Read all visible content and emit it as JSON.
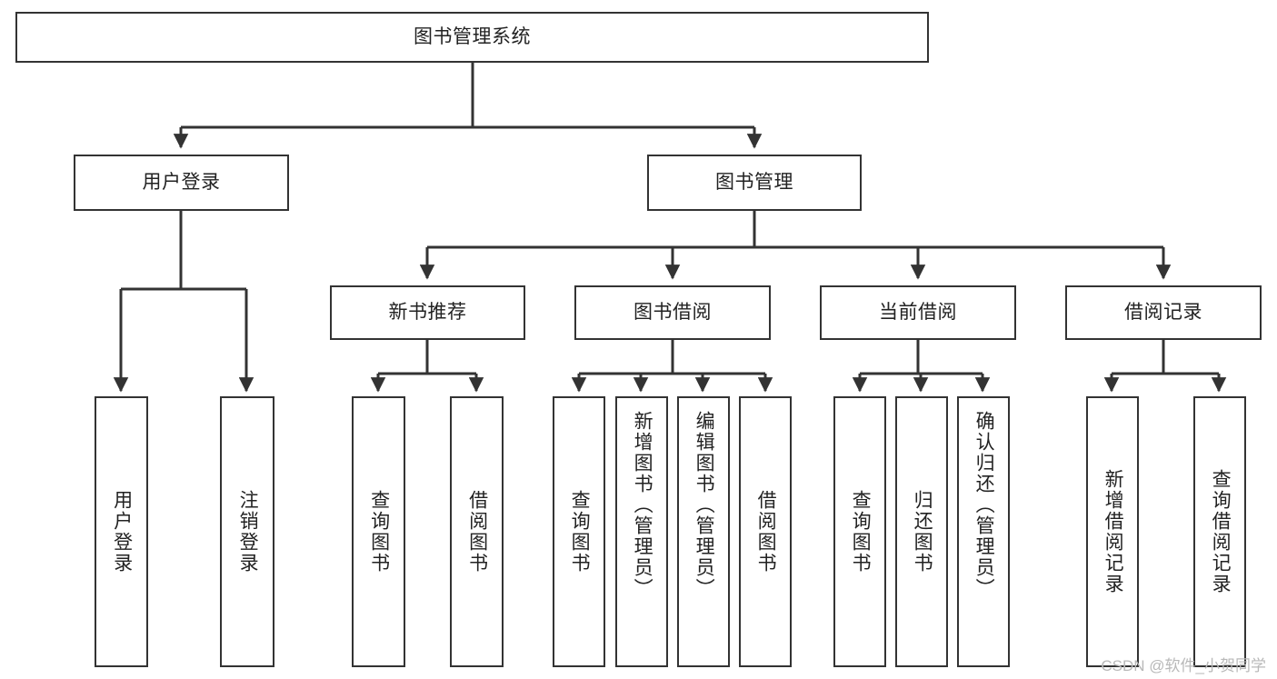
{
  "diagram": {
    "title": "图书管理系统",
    "type": "tree-hierarchy-chart",
    "root": {
      "id": "root",
      "label": "图书管理系统"
    },
    "level2": [
      {
        "id": "user-login",
        "label": "用户登录"
      },
      {
        "id": "book-manage",
        "label": "图书管理"
      }
    ],
    "level3": [
      {
        "id": "new-book-recommend",
        "label": "新书推荐"
      },
      {
        "id": "book-borrow",
        "label": "图书借阅"
      },
      {
        "id": "current-borrow",
        "label": "当前借阅"
      },
      {
        "id": "borrow-record",
        "label": "借阅记录"
      }
    ],
    "leaves": [
      {
        "id": "leaf-user-login",
        "label": "用户登录",
        "align": "center"
      },
      {
        "id": "leaf-logout-login",
        "label": "注销登录",
        "align": "center"
      },
      {
        "id": "leaf-query-book-1",
        "label": "查询图书",
        "align": "center"
      },
      {
        "id": "leaf-borrow-book-1",
        "label": "借阅图书",
        "align": "center"
      },
      {
        "id": "leaf-query-book-2",
        "label": "查询图书",
        "align": "center"
      },
      {
        "id": "leaf-add-book",
        "label": "新增图书（管理员）",
        "align": "top"
      },
      {
        "id": "leaf-edit-book",
        "label": "编辑图书（管理员）",
        "align": "top"
      },
      {
        "id": "leaf-borrow-book-2",
        "label": "借阅图书",
        "align": "center"
      },
      {
        "id": "leaf-query-book-3",
        "label": "查询图书",
        "align": "center"
      },
      {
        "id": "leaf-return-book",
        "label": "归还图书",
        "align": "center"
      },
      {
        "id": "leaf-confirm-return",
        "label": "确认归还（管理员）",
        "align": "top"
      },
      {
        "id": "leaf-add-record",
        "label": "新增借阅记录",
        "align": "center"
      },
      {
        "id": "leaf-query-record",
        "label": "查询借阅记录",
        "align": "center"
      }
    ],
    "watermark": "CSDN @软件_小贺同学",
    "colors": {
      "stroke": "#333333",
      "box_fill": "#ffffff",
      "text": "#222222",
      "watermark": "#b9b9b9",
      "background": "#ffffff"
    }
  }
}
